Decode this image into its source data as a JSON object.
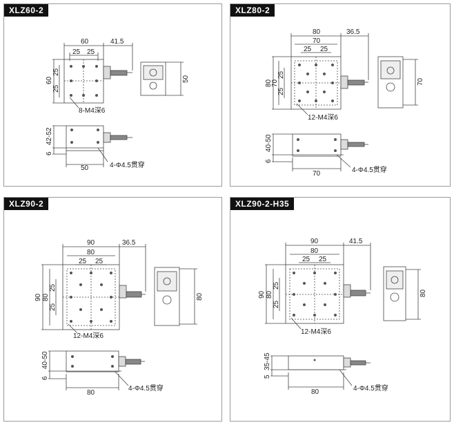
{
  "panels": [
    {
      "title": "XLZ60-2",
      "top_dims": {
        "width": "60",
        "offset": "41.5",
        "spacing_h": "25",
        "spacing_h2": "25",
        "height": "60",
        "spacing_v": "25",
        "spacing_v2": "25"
      },
      "hole_note": "8-M4深6",
      "side_dims": {
        "height": "50"
      },
      "front_dims": {
        "height_range": "42-52",
        "base": "6",
        "width": "50"
      },
      "through_note": "4-Φ4.5贯穿"
    },
    {
      "title": "XLZ80-2",
      "top_dims": {
        "width": "80",
        "inner": "70",
        "offset": "36.5",
        "spacing_h": "25",
        "spacing_h2": "25",
        "height": "80",
        "inner_v": "70",
        "spacing_v": "25",
        "spacing_v2": "25"
      },
      "hole_note": "12-M4深6",
      "side_dims": {
        "height": "70"
      },
      "front_dims": {
        "height_range": "40-50",
        "base": "6",
        "width": "70"
      },
      "through_note": "4-Φ4.5贯穿"
    },
    {
      "title": "XLZ90-2",
      "top_dims": {
        "width": "90",
        "inner": "80",
        "offset": "36.5",
        "spacing_h": "25",
        "spacing_h2": "25",
        "height": "90",
        "inner_v": "80",
        "spacing_v": "25",
        "spacing_v2": "25"
      },
      "hole_note": "12-M4深6",
      "side_dims": {
        "height": "80"
      },
      "front_dims": {
        "height_range": "40-50",
        "base": "6",
        "width": "80"
      },
      "through_note": "4-Φ4.5贯穿"
    },
    {
      "title": "XLZ90-2-H35",
      "top_dims": {
        "width": "90",
        "inner": "80",
        "offset": "41.5",
        "spacing_h": "25",
        "spacing_h2": "25",
        "height": "90",
        "inner_v": "80",
        "spacing_v": "25",
        "spacing_v2": "25"
      },
      "hole_note": "12-M4深6",
      "side_dims": {
        "height": "80"
      },
      "front_dims": {
        "height_range": "35-45",
        "base": "5",
        "width": "80"
      },
      "through_note": "4-Φ4.5贯穿"
    }
  ]
}
